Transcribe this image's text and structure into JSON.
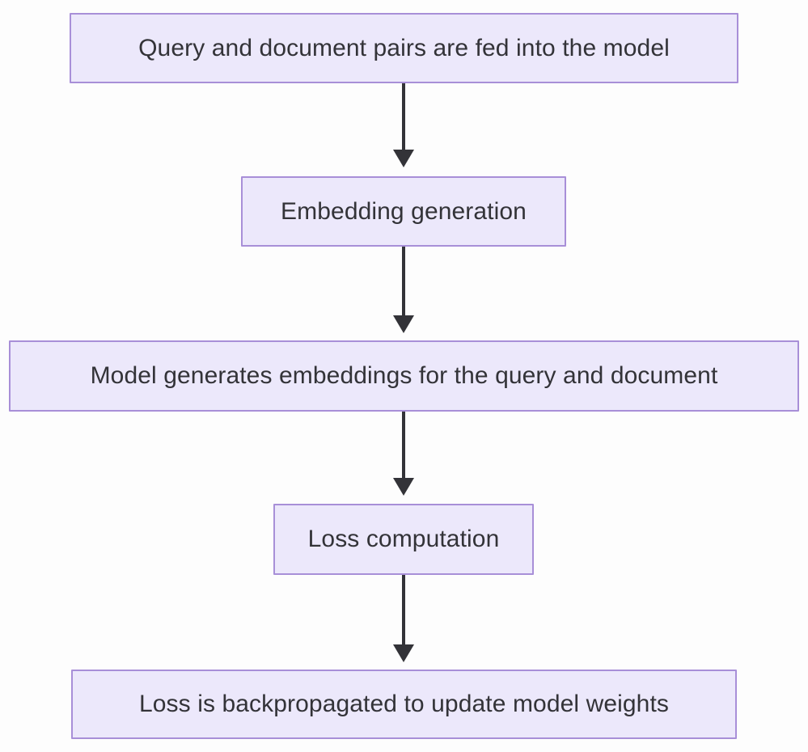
{
  "diagram": {
    "type": "flowchart",
    "direction": "top-to-bottom",
    "background_color": "#fdfdfd",
    "node_fill_color": "#ece8fb",
    "node_border_color": "#a88fd8",
    "node_text_color": "#333338",
    "edge_color": "#333338",
    "nodes": [
      {
        "id": "n1",
        "label": "Query and document pairs are fed into the model"
      },
      {
        "id": "n2",
        "label": "Embedding generation"
      },
      {
        "id": "n3",
        "label": "Model generates embeddings for the query and document"
      },
      {
        "id": "n4",
        "label": "Loss computation"
      },
      {
        "id": "n5",
        "label": "Loss is backpropagated to update model weights"
      }
    ],
    "edges": [
      {
        "id": "e1",
        "from": "n1",
        "to": "n2",
        "label": "",
        "arrowhead": "solid-triangle"
      },
      {
        "id": "e2",
        "from": "n2",
        "to": "n3",
        "label": "",
        "arrowhead": "solid-triangle"
      },
      {
        "id": "e3",
        "from": "n3",
        "to": "n4",
        "label": "",
        "arrowhead": "solid-triangle"
      },
      {
        "id": "e4",
        "from": "n4",
        "to": "n5",
        "label": "",
        "arrowhead": "solid-triangle"
      }
    ]
  }
}
